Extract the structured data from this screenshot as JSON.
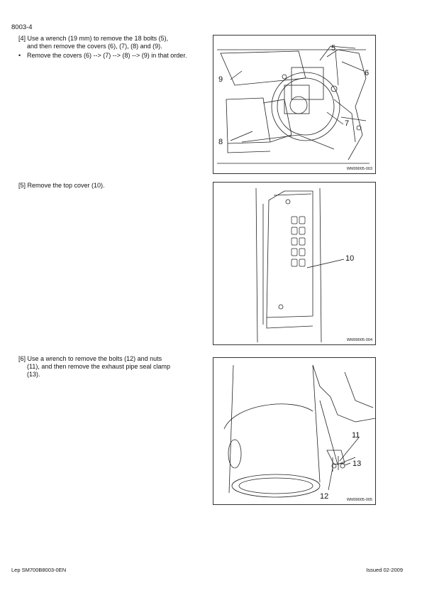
{
  "header": {
    "page_code": "8003-4"
  },
  "steps": [
    {
      "text_line1": "[4] Use a wrench (19 mm) to remove the 18 bolts (5),",
      "text_line2": "and then remove the covers (6), (7), (8) and (9).",
      "bullet": "Remove the covers (6) --> (7) --> (8) --> (9) in that order."
    },
    {
      "text_line1": "[5] Remove the top cover (10)."
    },
    {
      "text_line1": "[6] Use a wrench to remove the bolts (12) and nuts",
      "text_line2": "(11), and then remove the exhaust pipe seal clamp",
      "text_line3": "(13)."
    }
  ],
  "bullet_symbol": "•",
  "figures": [
    {
      "code": "WM09005-003",
      "callouts": [
        "5",
        "6",
        "7",
        "8",
        "9"
      ]
    },
    {
      "code": "WM09005-004",
      "callouts": [
        "10"
      ]
    },
    {
      "code": "WM09005-005",
      "callouts": [
        "11",
        "13",
        "12"
      ]
    }
  ],
  "footer": {
    "left": "Lep SM700B8003-0EN",
    "right": "Issued 02-2009"
  }
}
